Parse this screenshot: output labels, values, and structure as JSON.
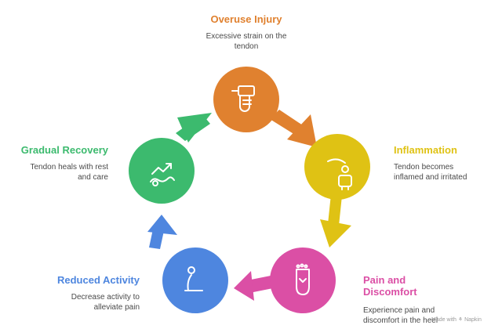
{
  "stages": [
    {
      "title": "Overuse Injury",
      "desc_lines": [
        "Excessive strain on the",
        "tendon"
      ],
      "color": "#E0812F",
      "icon": "hand-wrap-icon"
    },
    {
      "title": "Inflammation",
      "desc_lines": [
        "Tendon becomes",
        "inflamed and irritated"
      ],
      "color": "#DFC214",
      "icon": "injured-person-icon"
    },
    {
      "title": "Pain and Discomfort",
      "title_lines": [
        "Pain and",
        "Discomfort"
      ],
      "desc_lines": [
        "Experience pain and",
        "discomfort in the heel"
      ],
      "color": "#DB4FA5",
      "icon": "foot-icon"
    },
    {
      "title": "Reduced Activity",
      "desc_lines": [
        "Decrease activity to",
        "alleviate pain"
      ],
      "color": "#4E86DF",
      "icon": "resting-person-icon"
    },
    {
      "title": "Gradual Recovery",
      "desc_lines": [
        "Tendon heals with rest",
        "and care"
      ],
      "color": "#3CBA6E",
      "icon": "recovery-icon"
    }
  ],
  "watermark": "Made with ⚘ Napkin"
}
